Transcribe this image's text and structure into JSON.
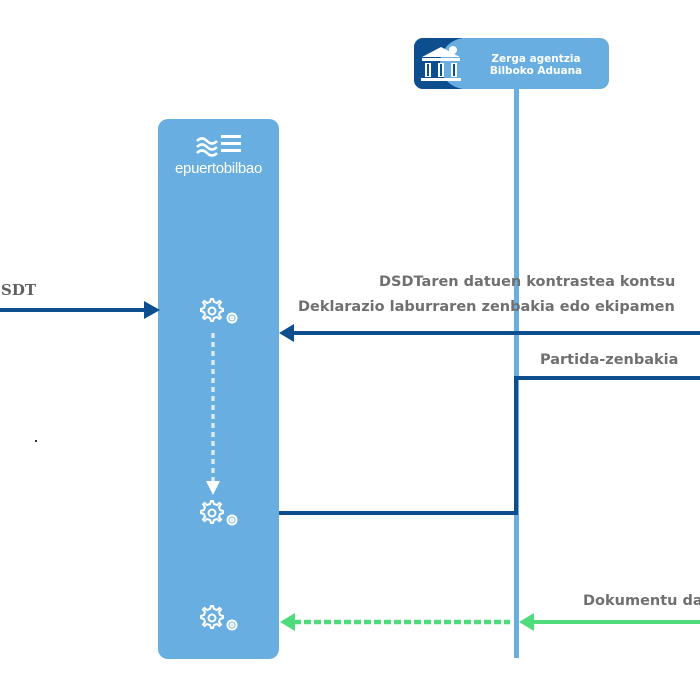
{
  "actors": {
    "port": {
      "name": "epuertobilbao",
      "icon": "waves-logo-icon"
    },
    "customs": {
      "title_line1": "Zerga agentzia",
      "title_line2": "Bilboko Aduana",
      "icon": "government-building-icon"
    }
  },
  "messages": [
    {
      "id": "sdt",
      "label": "SDT",
      "direction": "incoming-to-port",
      "style": "solid",
      "color": "#0c4e8e"
    },
    {
      "id": "dsd-contrast",
      "label": "DSDTaren datuen kontrastea kontsu",
      "direction": "to-port",
      "style": "solid",
      "color": "#0c4e8e"
    },
    {
      "id": "declaration-number",
      "label": "Deklarazio laburraren zenbakia edo ekipamen",
      "direction": "to-port",
      "style": "solid",
      "color": "#0c4e8e"
    },
    {
      "id": "item-number",
      "label": "Partida-zenbakia",
      "direction": "to-port",
      "style": "solid",
      "color": "#0c4e8e"
    },
    {
      "id": "document",
      "label": "Dokumentu da",
      "direction": "to-port",
      "style": "solid+dashed",
      "color": "#4ddb7c"
    }
  ],
  "processes": [
    {
      "id": "process-1",
      "icon": "gears-icon"
    },
    {
      "id": "process-2",
      "icon": "gears-icon"
    },
    {
      "id": "process-3",
      "icon": "gears-icon"
    }
  ],
  "colors": {
    "lane": "#68aee0",
    "dark_blue": "#0c4e8e",
    "green": "#4ddb7c",
    "label_gray": "#707070"
  }
}
